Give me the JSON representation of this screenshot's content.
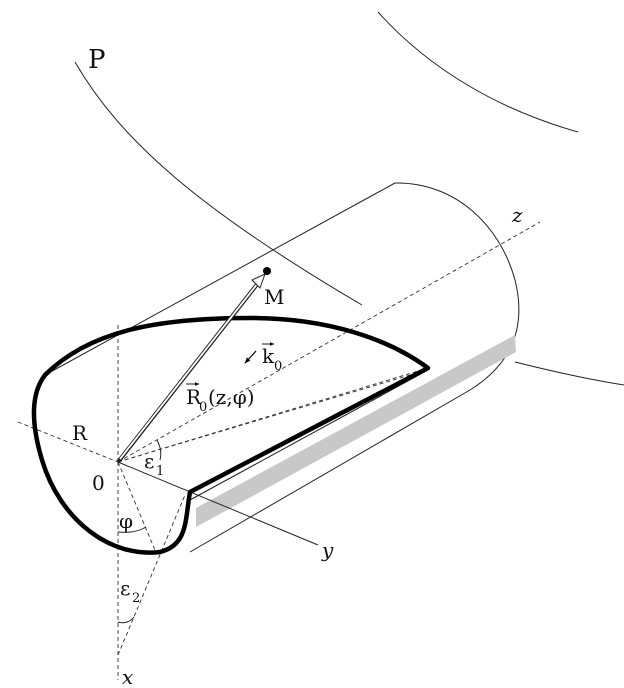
{
  "labels": {
    "p": "P",
    "z": "z",
    "m": "M",
    "k0": "k",
    "k0_sub": "0",
    "r0": "R",
    "r0_sub": "0",
    "r0_args": "(z,φ)",
    "r": "R",
    "origin": "0",
    "eps1": "ε",
    "eps1_sub": "1",
    "phi": "φ",
    "y": "y",
    "eps2": "ε",
    "eps2_sub": "2",
    "x": "x"
  },
  "colors": {
    "line": "#222222",
    "outline": "#000000",
    "band": "#c8c8c8",
    "background": "#ffffff"
  }
}
